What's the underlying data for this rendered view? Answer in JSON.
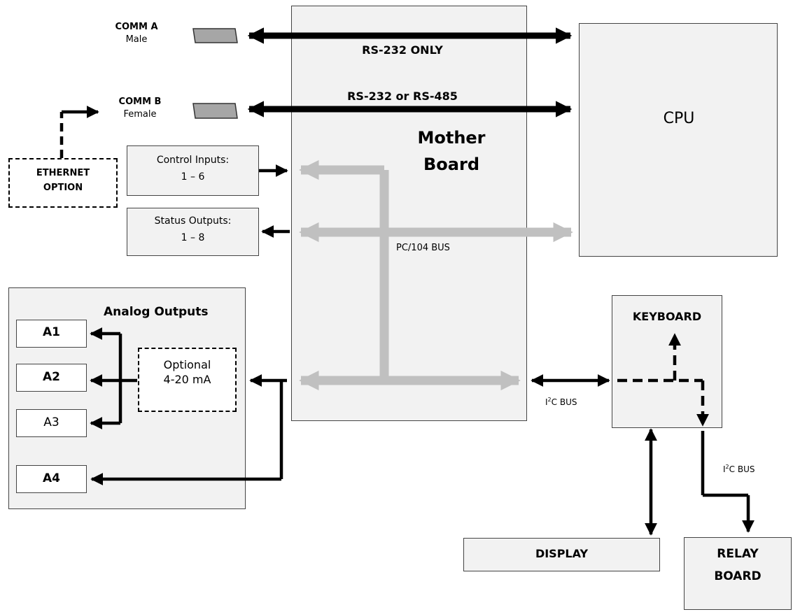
{
  "comm_a": {
    "title": "COMM A",
    "sub": "Male"
  },
  "comm_b": {
    "title": "COMM B",
    "sub": "Female"
  },
  "links": {
    "comm_a": "RS-232 ONLY",
    "comm_b": "RS-232 or RS-485"
  },
  "ethernet": {
    "line1": "ETHERNET",
    "line2": "OPTION"
  },
  "control_inputs": {
    "line1": "Control Inputs:",
    "line2": "1 – 6"
  },
  "status_outputs": {
    "line1": "Status Outputs:",
    "line2": "1 – 8"
  },
  "motherboard": {
    "line1": "Mother",
    "line2": "Board"
  },
  "cpu": "CPU",
  "pc104_bus": "PC/104 BUS",
  "analog": {
    "title": "Analog Outputs",
    "channels": [
      "A1",
      "A2",
      "A3",
      "A4"
    ],
    "optional_line1": "Optional",
    "optional_line2": "4-20 mA"
  },
  "keyboard": "KEYBOARD",
  "i2c_label": {
    "prefix": "I",
    "sup": "2",
    "suffix": "C BUS"
  },
  "display": "DISPLAY",
  "relay_board": {
    "line1": "RELAY",
    "line2": "BOARD"
  },
  "colors": {
    "bus_gray": "#c0c0c0",
    "box_fill": "#f2f2f2",
    "line": "#000000"
  }
}
